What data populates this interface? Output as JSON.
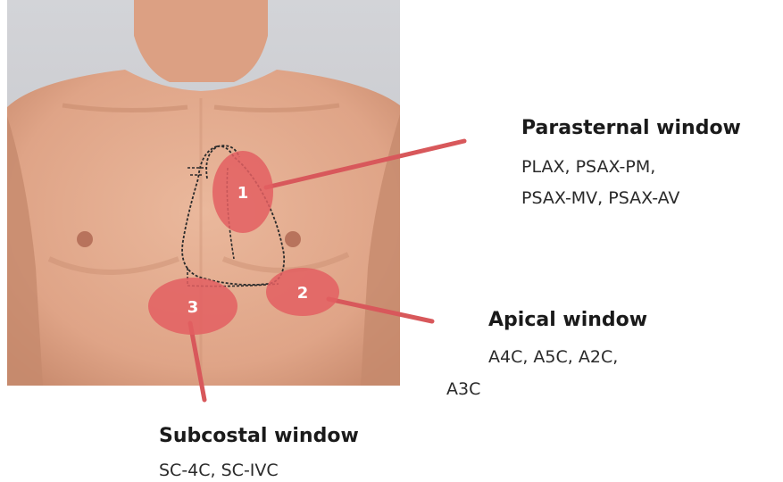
{
  "windows": [
    {
      "number": "1",
      "title": "Parasternal window",
      "views": [
        "PLAX, PSAX-PM,",
        "PSAX-MV, PSAX-AV"
      ]
    },
    {
      "number": "2",
      "title": "Apical window",
      "views": [
        "A4C, A5C, A2C,",
        "A3C"
      ]
    },
    {
      "number": "3",
      "title": "Subcostal window",
      "views": [
        "SC-4C, SC-IVC"
      ]
    }
  ],
  "colors": {
    "zone": "#e35f62",
    "leader": "#d8585b",
    "skin": "#e3ab8e",
    "skin_shadow": "#c98d70",
    "background": "#c9cacf",
    "outline": "#2b2b2b"
  }
}
